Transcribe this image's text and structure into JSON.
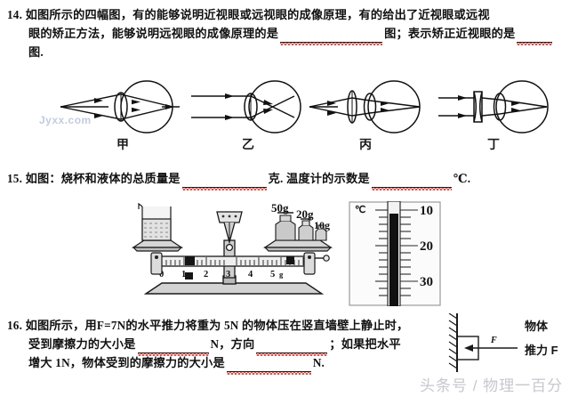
{
  "document": {
    "type": "physics-worksheet-scan",
    "language": "zh-CN"
  },
  "q14": {
    "number": "14.",
    "line1_a": "如图所示的四幅图，有的能够说明近视眼或远视眼的成像原理，有的给出了近视眼或远视",
    "line2_a": "眼的矫正方法，能够说明远视眼的成像原理的是",
    "line2_b": "图；表示矫正近视眼的是",
    "line3_a": "图.",
    "figures": [
      {
        "label": "甲",
        "kind": "eye-converging-near-point-source"
      },
      {
        "label": "乙",
        "kind": "eye-parallel-rays-focus-before-retina"
      },
      {
        "label": "丙",
        "kind": "eye-with-converging-lens-correction"
      },
      {
        "label": "丁",
        "kind": "eye-with-diverging-lens-correction"
      }
    ]
  },
  "q15": {
    "number": "15.",
    "line1_a": "如图：烧杯和液体的总质量是",
    "line1_b": "克. 温度计的示数是",
    "line1_c": "℃.",
    "balance": {
      "name": "tray-balance",
      "scale_ticks": [
        "0",
        "1",
        "2",
        "3",
        "4",
        "5"
      ],
      "scale_unit": "g",
      "weights": [
        "50g",
        "20g",
        "10g"
      ],
      "left_pan_item": "beaker-with-liquid"
    },
    "thermometer": {
      "unit_symbol": "℃",
      "ticks": [
        "10",
        "20",
        "30"
      ]
    }
  },
  "q16": {
    "number": "16.",
    "line1": "如图所示，用F=7N的水平推力将重为 5N 的物体压在竖直墙壁上静止时，",
    "line2_a": "受到摩擦力的大小是",
    "line2_b": "N，方向",
    "line2_c": "；如果把水平",
    "line3_a": "增大 1N，物体受到的摩擦力的大小是",
    "line3_b": "N.",
    "diagram": {
      "object_label": "物体",
      "force_label": "推力 F",
      "arrow_symbol": "F",
      "wall": "vertical-hatched-wall"
    }
  },
  "watermarks": {
    "bottom": "头条号 / 物理一百分",
    "eye_area": "Jyxx.com"
  },
  "colors": {
    "ink": "#121212",
    "blank_wave": "#d0372e",
    "watermark": "#c6c8cd",
    "eye_watermark": "#c3ccdd"
  }
}
